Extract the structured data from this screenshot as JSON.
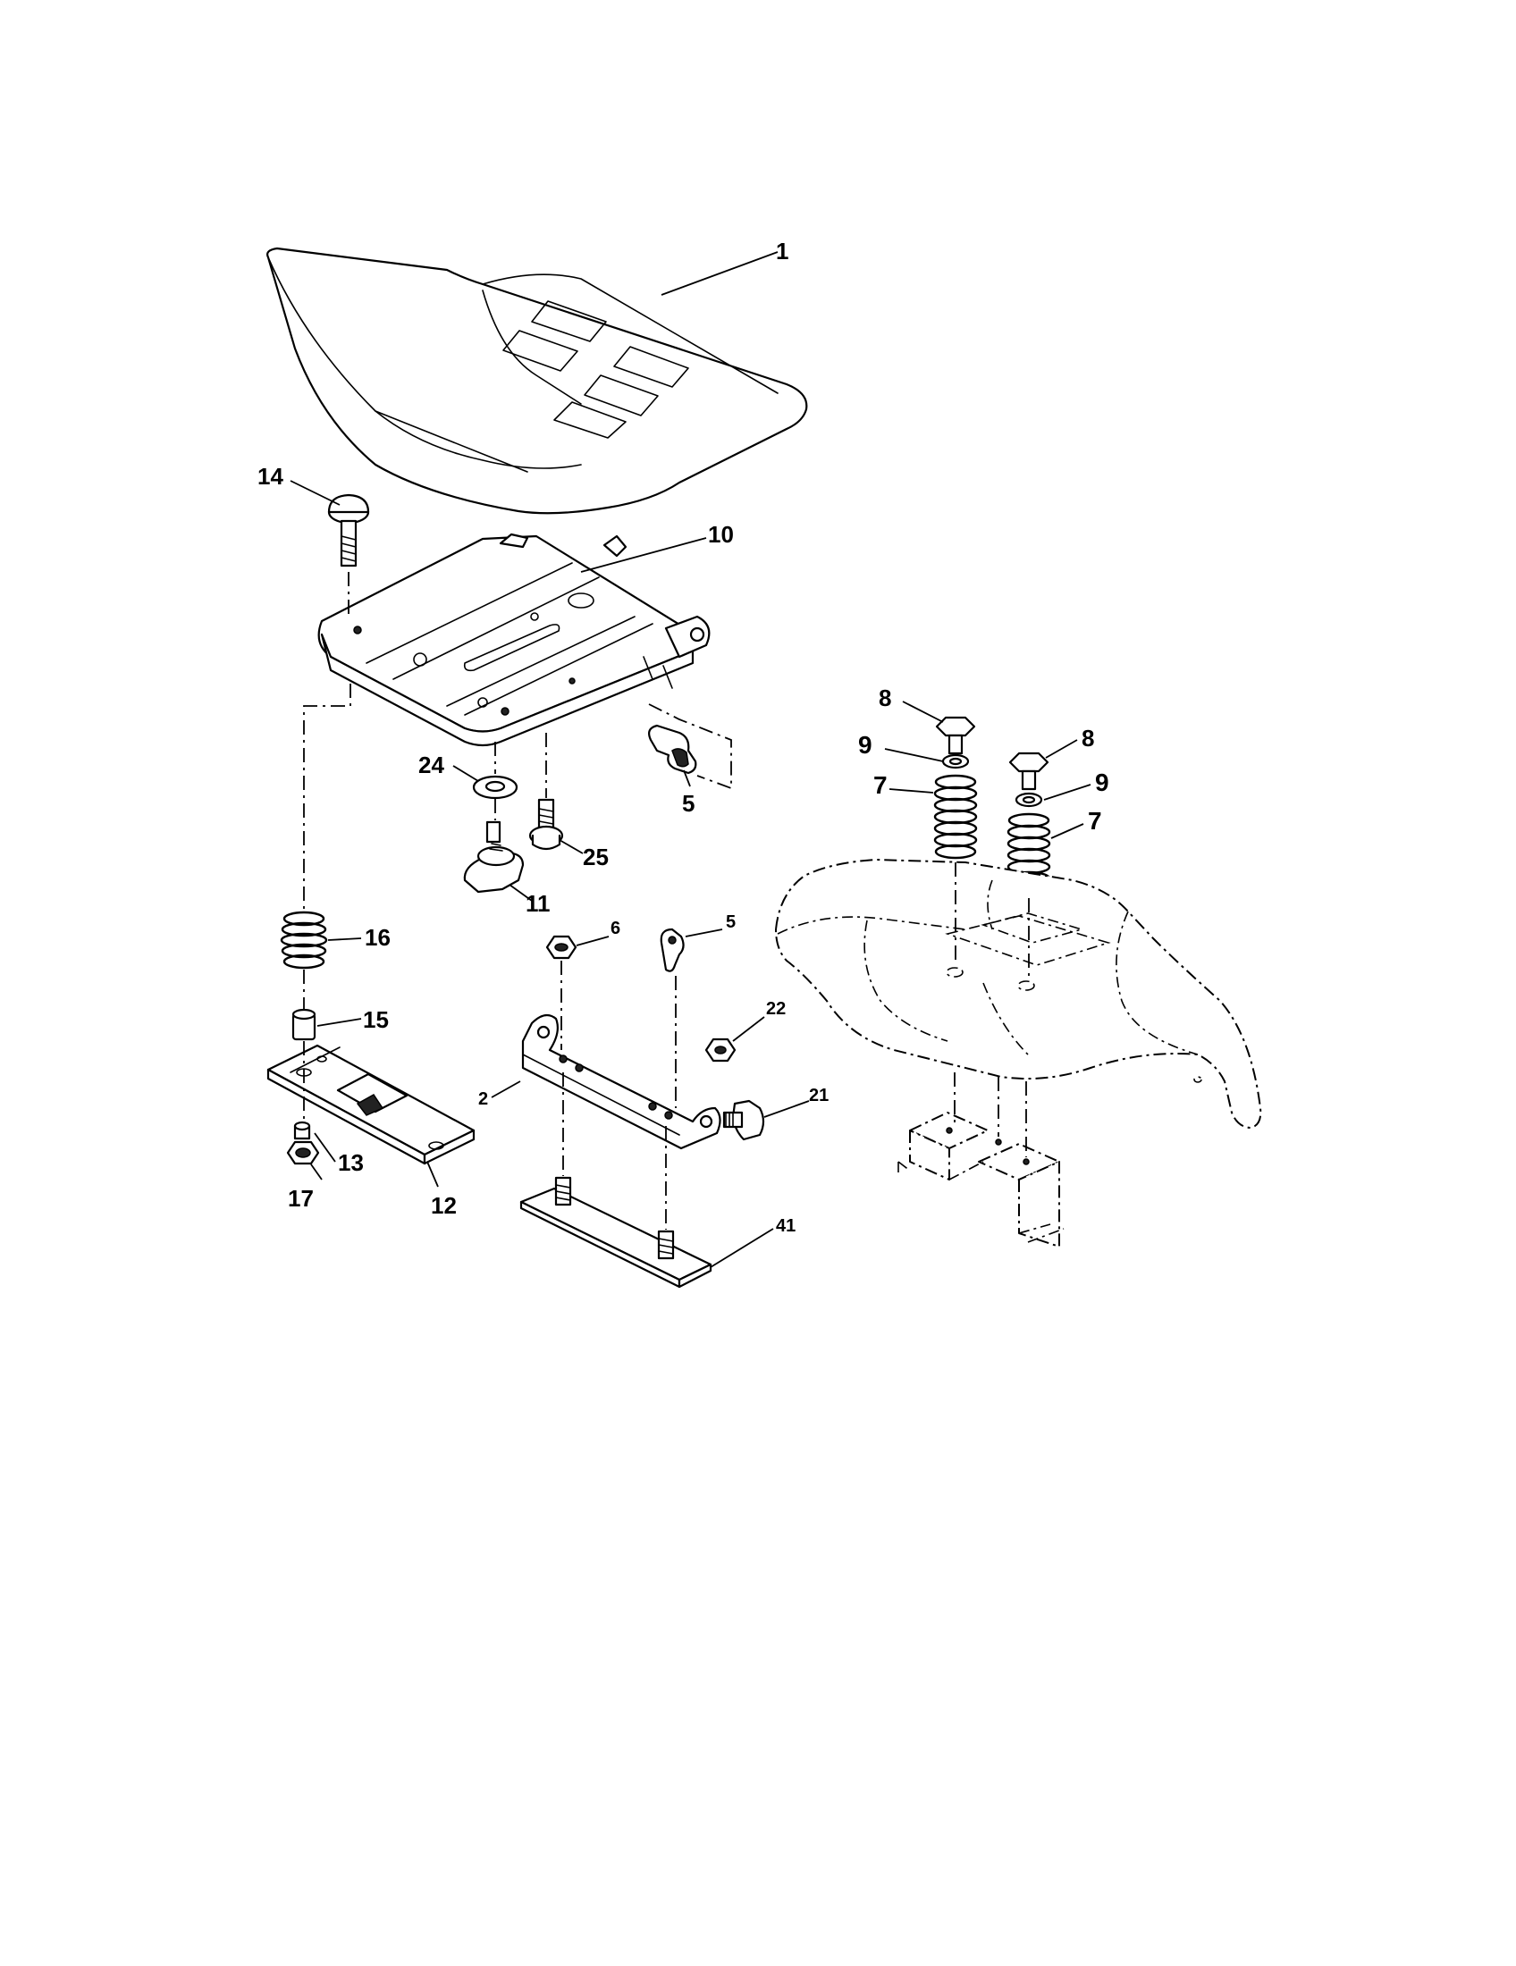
{
  "callouts": [
    {
      "id": "c1",
      "text": "1"
    },
    {
      "id": "c14",
      "text": "14"
    },
    {
      "id": "c10",
      "text": "10"
    },
    {
      "id": "c24",
      "text": "24"
    },
    {
      "id": "c5a",
      "text": "5"
    },
    {
      "id": "c25",
      "text": "25"
    },
    {
      "id": "c11",
      "text": "11"
    },
    {
      "id": "c16",
      "text": "16"
    },
    {
      "id": "c15",
      "text": "15"
    },
    {
      "id": "c6",
      "text": "6"
    },
    {
      "id": "c5b",
      "text": "5"
    },
    {
      "id": "c22",
      "text": "22"
    },
    {
      "id": "c2",
      "text": "2"
    },
    {
      "id": "c21",
      "text": "21"
    },
    {
      "id": "c13",
      "text": "13"
    },
    {
      "id": "c17",
      "text": "17"
    },
    {
      "id": "c12",
      "text": "12"
    },
    {
      "id": "c41",
      "text": "41"
    },
    {
      "id": "c8a",
      "text": "8"
    },
    {
      "id": "c9a",
      "text": "9"
    },
    {
      "id": "c7a",
      "text": "7"
    },
    {
      "id": "c8b",
      "text": "8"
    },
    {
      "id": "c9b",
      "text": "9"
    },
    {
      "id": "c7b",
      "text": "7"
    }
  ]
}
